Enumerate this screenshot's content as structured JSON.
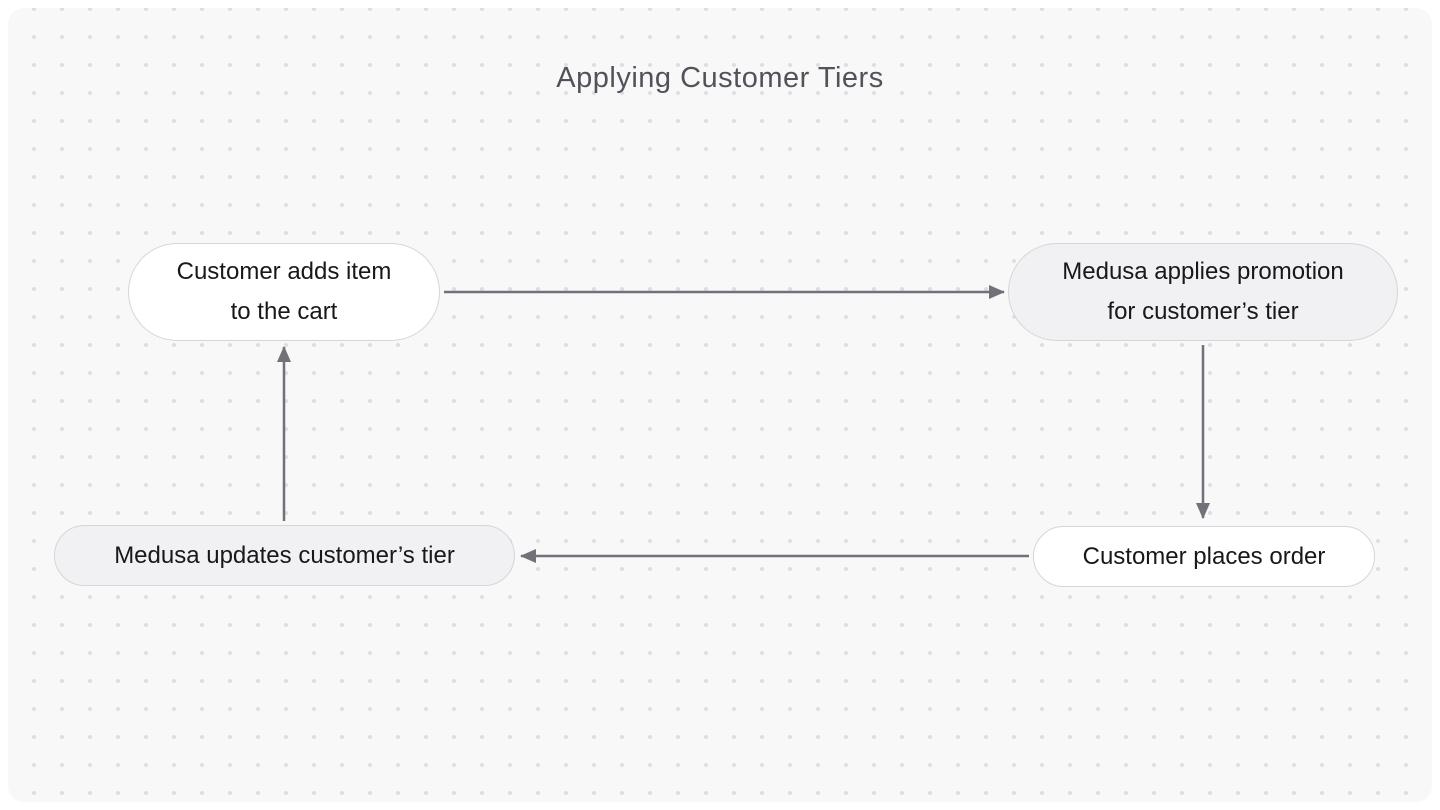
{
  "title": "Applying Customer Tiers",
  "diagram": {
    "nodes": [
      {
        "id": "customer-adds-item",
        "label": "Customer adds item\nto the cart",
        "variant": "white"
      },
      {
        "id": "medusa-applies-promotion",
        "label": "Medusa applies promotion\nfor customer’s tier",
        "variant": "gray"
      },
      {
        "id": "customer-places-order",
        "label": "Customer places order",
        "variant": "white"
      },
      {
        "id": "medusa-updates-tier",
        "label": "Medusa updates customer’s tier",
        "variant": "gray"
      }
    ],
    "edges": [
      {
        "from": "customer-adds-item",
        "to": "medusa-applies-promotion",
        "direction": "right"
      },
      {
        "from": "medusa-applies-promotion",
        "to": "customer-places-order",
        "direction": "down"
      },
      {
        "from": "customer-places-order",
        "to": "medusa-updates-tier",
        "direction": "left"
      },
      {
        "from": "medusa-updates-tier",
        "to": "customer-adds-item",
        "direction": "up"
      }
    ]
  },
  "colors": {
    "canvas_background": "#f8f8f9",
    "dot_grid": "#dedee1",
    "node_white_background": "#ffffff",
    "node_gray_background": "#f1f1f3",
    "node_border": "#d6d6da",
    "arrow": "#71717a",
    "title_text": "#52525b",
    "node_text": "#18181b"
  }
}
